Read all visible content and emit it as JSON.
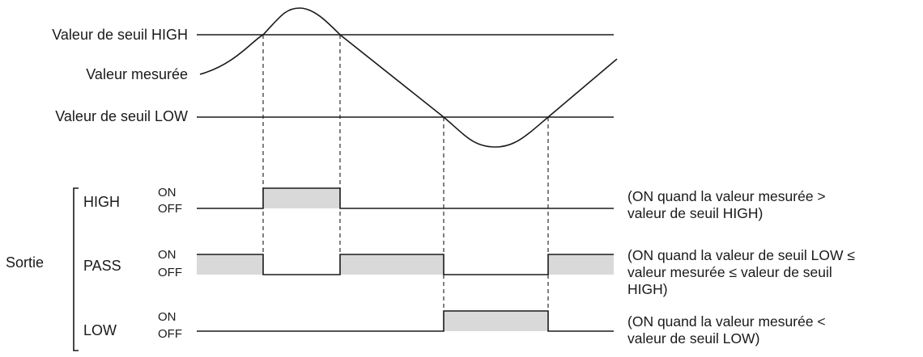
{
  "threshold_high_label": "Valeur de seuil HIGH",
  "measured_label": "Valeur mesurée",
  "threshold_low_label": "Valeur de seuil LOW",
  "output_group_label": "Sortie",
  "on_label": "ON",
  "off_label": "OFF",
  "outputs": [
    {
      "name": "HIGH",
      "description": [
        "(ON quand la valeur mesurée >",
        "valeur de seuil HIGH)"
      ]
    },
    {
      "name": "PASS",
      "description": [
        "(ON quand la valeur de seuil LOW ≤",
        "valeur mesurée ≤ valeur de seuil",
        "HIGH)"
      ]
    },
    {
      "name": "LOW",
      "description": [
        "(ON quand la valeur mesurée <",
        "valeur de seuil LOW)"
      ]
    }
  ],
  "colors": {
    "line": "#1a1a1a",
    "on_fill": "#d9d9d9"
  }
}
